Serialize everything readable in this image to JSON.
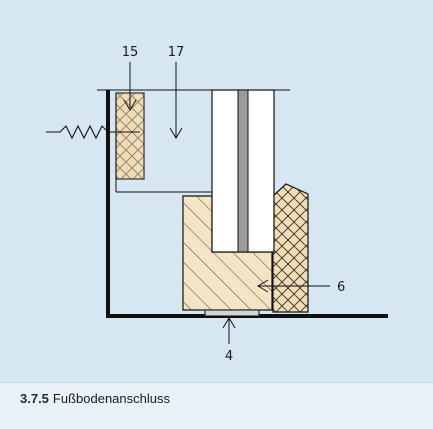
{
  "callouts": {
    "label_15": "15",
    "label_17": "17",
    "label_6": "6",
    "label_4": "4"
  },
  "caption": {
    "number": "3.7.5",
    "title": "Fußbodenanschluss"
  },
  "colors": {
    "background": "#d6e7f2",
    "caption_background": "#e9f2f8",
    "wood_fill": "#f4e4c4",
    "insulation_fill": "#f2dcb4",
    "glass_pane": "#9a9a9a",
    "line": "#111111"
  }
}
